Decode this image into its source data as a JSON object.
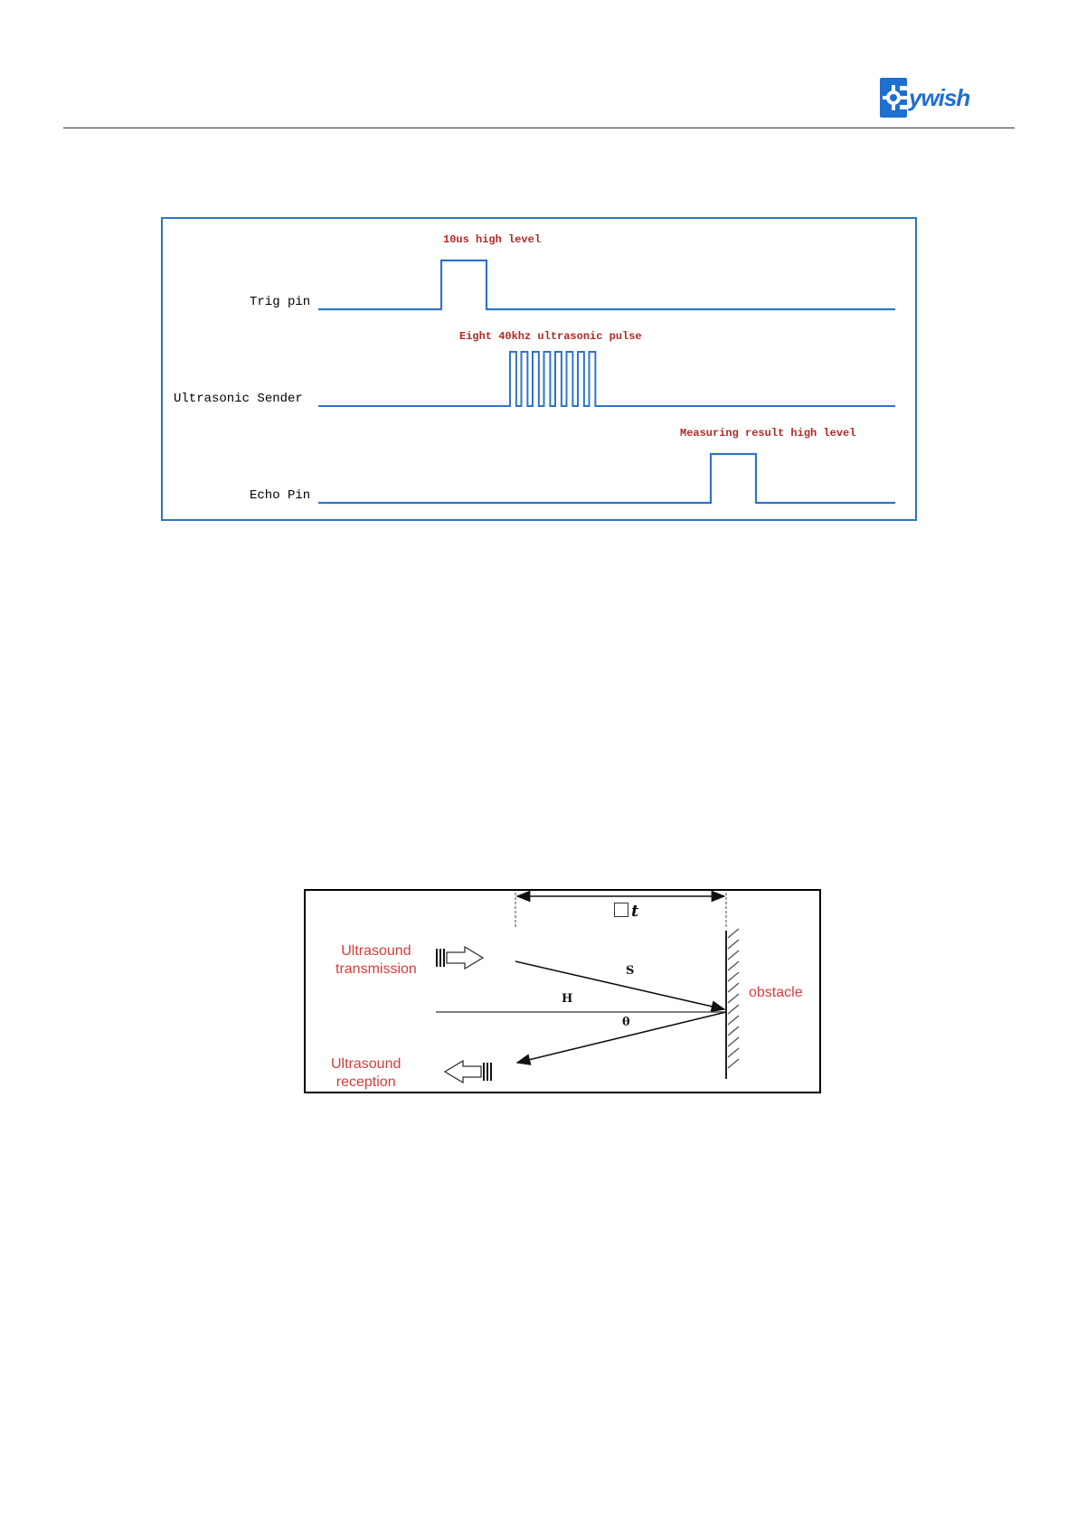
{
  "header": {
    "logo_text": "ywish",
    "logo_lettering": "Eywish",
    "brand_color": "#1E6FD0"
  },
  "timing_diagram": {
    "signals": {
      "trig": "Trig pin",
      "sender": "Ultrasonic Sender",
      "echo": "Echo Pin"
    },
    "annotations": {
      "trig_pulse": "10us high level",
      "burst": "Eight 40khz ultrasonic pulse",
      "echo_pulse": "Measuring result high level"
    },
    "burst_pulse_count": 8,
    "line_color": "#2E74C8",
    "annotation_color": "#B42828"
  },
  "ranging_diagram": {
    "transmission": "Ultrasound\ntransmission",
    "reception": "Ultrasound\nreception",
    "obstacle": "obstacle",
    "s_label": "S",
    "h_label": "H",
    "theta_label": "θ",
    "dt_symbol": "t",
    "label_color": "#D83B3B"
  }
}
